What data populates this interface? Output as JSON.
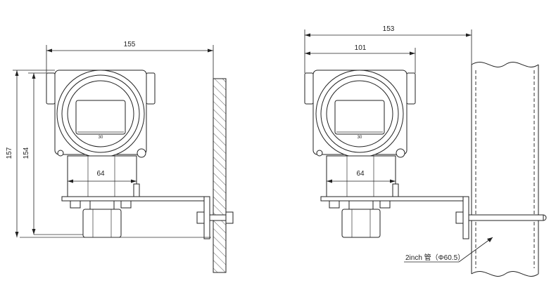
{
  "left_view": {
    "dim_width_top": "155",
    "dim_height_outer": "157",
    "dim_height_inner": "154",
    "dim_bracket_width": "64",
    "display_mark": "30"
  },
  "right_view": {
    "dim_overall_width": "153",
    "dim_housing_width": "101",
    "dim_bracket_width": "64",
    "display_mark": "30",
    "pipe_label": "2inch 管（Φ60.5）"
  }
}
